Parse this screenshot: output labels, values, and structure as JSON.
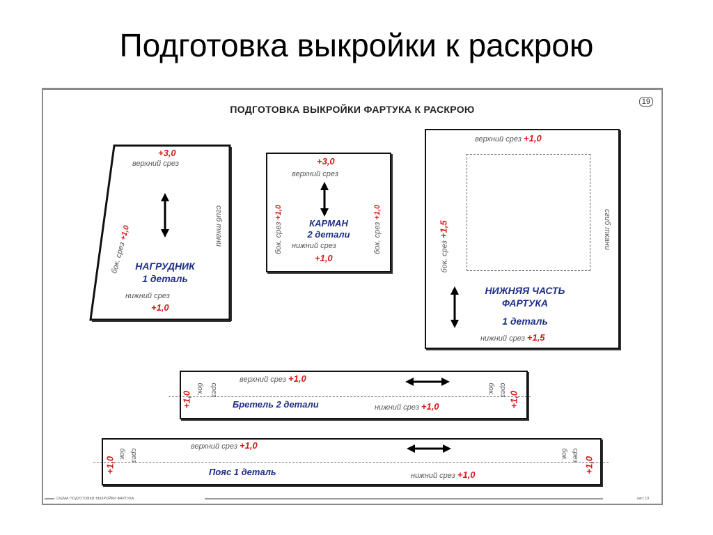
{
  "slide": {
    "title": "Подготовка выкройки к раскрою"
  },
  "sheet": {
    "title": "ПОДГОТОВКА ВЫКРОЙКИ ФАРТУКА К РАСКРОЮ",
    "page_badge": "19",
    "footer_left": "СХЕМА ПОДГОТОВКИ ВЫКРОЙКИ ФАРТУКА",
    "footer_right": "лист 19"
  },
  "bib": {
    "top_allowance": "+3,0",
    "top_edge": "верхний срез",
    "side_edge": "бок. срез",
    "side_allowance": "+1,0",
    "fold": "сгиб ткани",
    "name": "НАГРУДНИК",
    "count": "1 деталь",
    "bottom_edge": "нижний срез",
    "bottom_allowance": "+1,0"
  },
  "pocket": {
    "top_allowance": "+3,0",
    "top_edge": "верхний срез",
    "side_left_allowance": "+1,0",
    "side_left_edge": "бок. срез",
    "side_right_allowance": "+1,0",
    "side_right_edge": "бок. срез",
    "name": "КАРМАН",
    "count": "2 детали",
    "bottom_edge": "нижний срез",
    "bottom_allowance": "+1,0"
  },
  "lower": {
    "top_edge": "верхний срез",
    "top_allowance": "+1,0",
    "side_edge": "бок. срез",
    "side_allowance": "+1,5",
    "fold": "сгиб ткани",
    "name_line1": "НИЖНЯЯ ЧАСТЬ",
    "name_line2": "ФАРТУКА",
    "count": "1 деталь",
    "bottom_edge": "нижний срез",
    "bottom_allowance": "+1,5"
  },
  "strap": {
    "top_edge": "верхний срез",
    "top_allowance": "+1,0",
    "left_allowance": "+1,0",
    "left_edge_1": "бок.",
    "left_edge_2": "срез",
    "name": "Бретель 2 детали",
    "bottom_edge": "нижний срез",
    "bottom_allowance": "+1,0",
    "right_edge_1": "бок.",
    "right_edge_2": "срез",
    "right_allowance": "+1,0"
  },
  "belt": {
    "top_edge": "верхний срез",
    "top_allowance": "+1,0",
    "left_allowance": "+1,0",
    "left_edge_1": "бок.",
    "left_edge_2": "срез",
    "name": "Пояс 1 деталь",
    "bottom_edge": "нижний срез",
    "bottom_allowance": "+1,0",
    "right_edge_1": "бок.",
    "right_edge_2": "срез",
    "right_allowance": "+1,0"
  },
  "colors": {
    "allowance": "#d41a1a",
    "piece_name": "#1d2d86",
    "edge_label": "#555555"
  },
  "icons": [
    "grain-arrow-icon"
  ]
}
